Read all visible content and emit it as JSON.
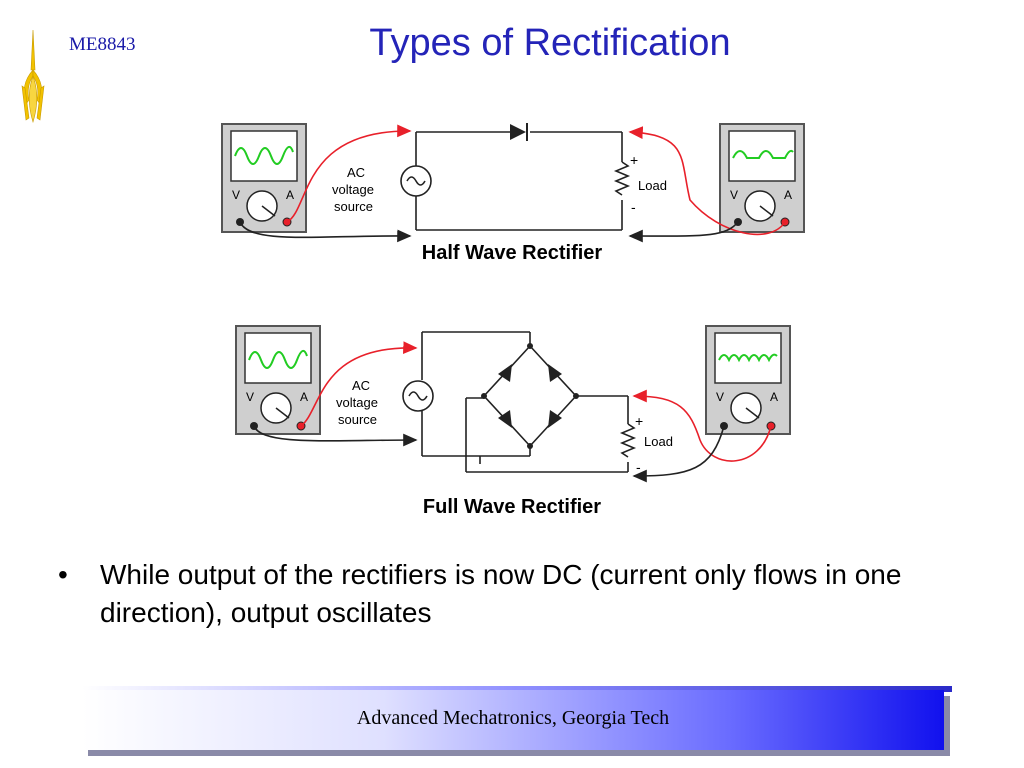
{
  "header": {
    "course_code": "ME8843",
    "title": "Types of Rectification"
  },
  "half_wave": {
    "caption": "Half Wave Rectifier",
    "source_label": [
      "AC",
      "voltage",
      "source"
    ],
    "load_label": "Load",
    "plus": "+",
    "minus": "-"
  },
  "full_wave": {
    "caption": "Full Wave Rectifier",
    "source_label": [
      "AC",
      "voltage",
      "source"
    ],
    "load_label": "Load",
    "plus": "+",
    "minus": "-"
  },
  "meter": {
    "v_label": "V",
    "a_label": "A"
  },
  "bullet": {
    "marker": "•",
    "text": "While output of the rectifiers is now DC (current only flows in one direction), output oscillates"
  },
  "footer": {
    "text": "Advanced Mechatronics, Georgia Tech"
  },
  "colors": {
    "title": "#2424b8",
    "wire_red": "#e8202a",
    "trace_green": "#22cc22",
    "footer_blue": "#1111ee"
  }
}
